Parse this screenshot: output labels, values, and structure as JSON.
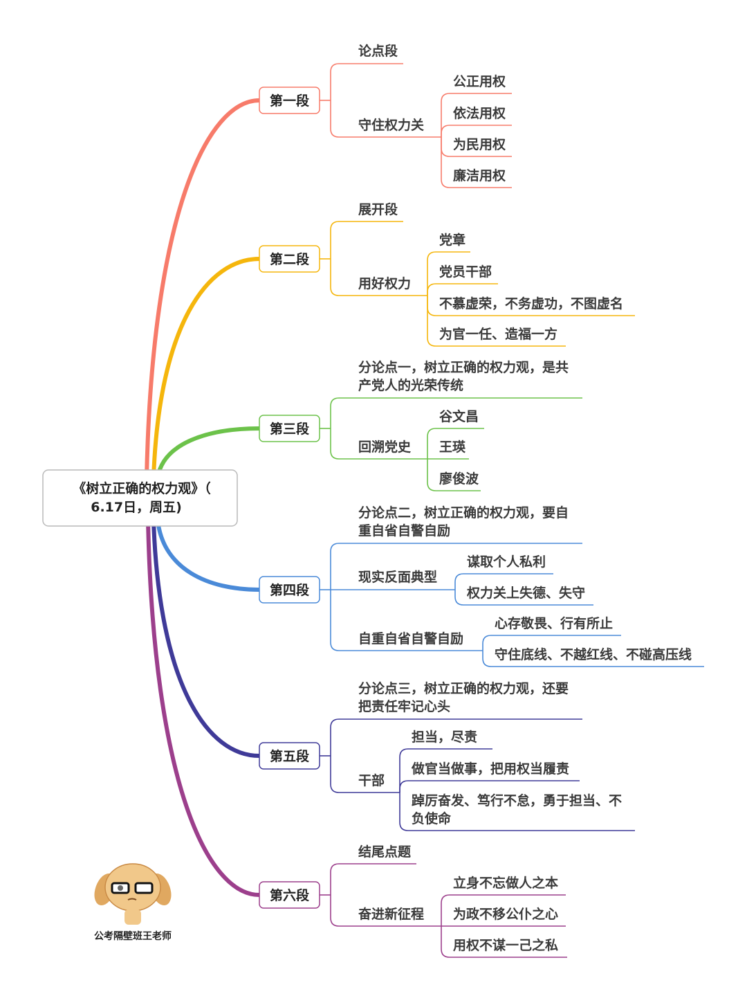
{
  "root": {
    "line1": "《树立正确的权力观》（",
    "line2": "6.17日，周五)"
  },
  "sections": [
    {
      "label": "第一段",
      "color": "#f77b6a",
      "children": [
        {
          "text": [
            "论点段"
          ],
          "children": []
        },
        {
          "text": [
            "守住权力关"
          ],
          "children": [
            "公正用权",
            "依法用权",
            "为民用权",
            "廉洁用权"
          ]
        }
      ]
    },
    {
      "label": "第二段",
      "color": "#f5b60c",
      "children": [
        {
          "text": [
            "展开段"
          ],
          "children": []
        },
        {
          "text": [
            "用好权力"
          ],
          "children": [
            "党章",
            "党员干部",
            "不慕虚荣，不务虚功，不图虚名",
            "为官一任、造福一方"
          ]
        }
      ]
    },
    {
      "label": "第三段",
      "color": "#6cc24a",
      "children": [
        {
          "text": [
            "分论点一，树立正确的权力观，是共",
            "产党人的光荣传统"
          ],
          "children": []
        },
        {
          "text": [
            "回溯党史"
          ],
          "children": [
            "谷文昌",
            "王瑛",
            "廖俊波"
          ]
        }
      ]
    },
    {
      "label": "第四段",
      "color": "#4a8ad8",
      "children": [
        {
          "text": [
            "分论点二，树立正确的权力观，要自",
            "重自省自警自励"
          ],
          "children": []
        },
        {
          "text": [
            "现实反面典型"
          ],
          "children": [
            "谋取个人私利",
            "权力关上失德、失守"
          ]
        },
        {
          "text": [
            "自重自省自警自励"
          ],
          "children": [
            "心存敬畏、行有所止",
            "守住底线、不越红线、不碰高压线"
          ]
        }
      ]
    },
    {
      "label": "第五段",
      "color": "#3f3a98",
      "children": [
        {
          "text": [
            "分论点三，树立正确的权力观，还要",
            "把责任牢记心头"
          ],
          "children": []
        },
        {
          "text": [
            "干部"
          ],
          "children": [
            "担当，尽责",
            "做官当做事，把用权当履责",
            "踔厉奋发、笃行不怠，勇于担当、不|负使命"
          ]
        }
      ]
    },
    {
      "label": "第六段",
      "color": "#9c3f8c",
      "children": [
        {
          "text": [
            "结尾点题"
          ],
          "children": []
        },
        {
          "text": [
            "奋进新征程"
          ],
          "children": [
            "立身不忘做人之本",
            "为政不移公仆之心",
            "用权不谋一己之私"
          ]
        }
      ]
    }
  ],
  "watermark": {
    "caption": "公考隔壁班王老师",
    "icon": "glasses-dog-mascot"
  }
}
